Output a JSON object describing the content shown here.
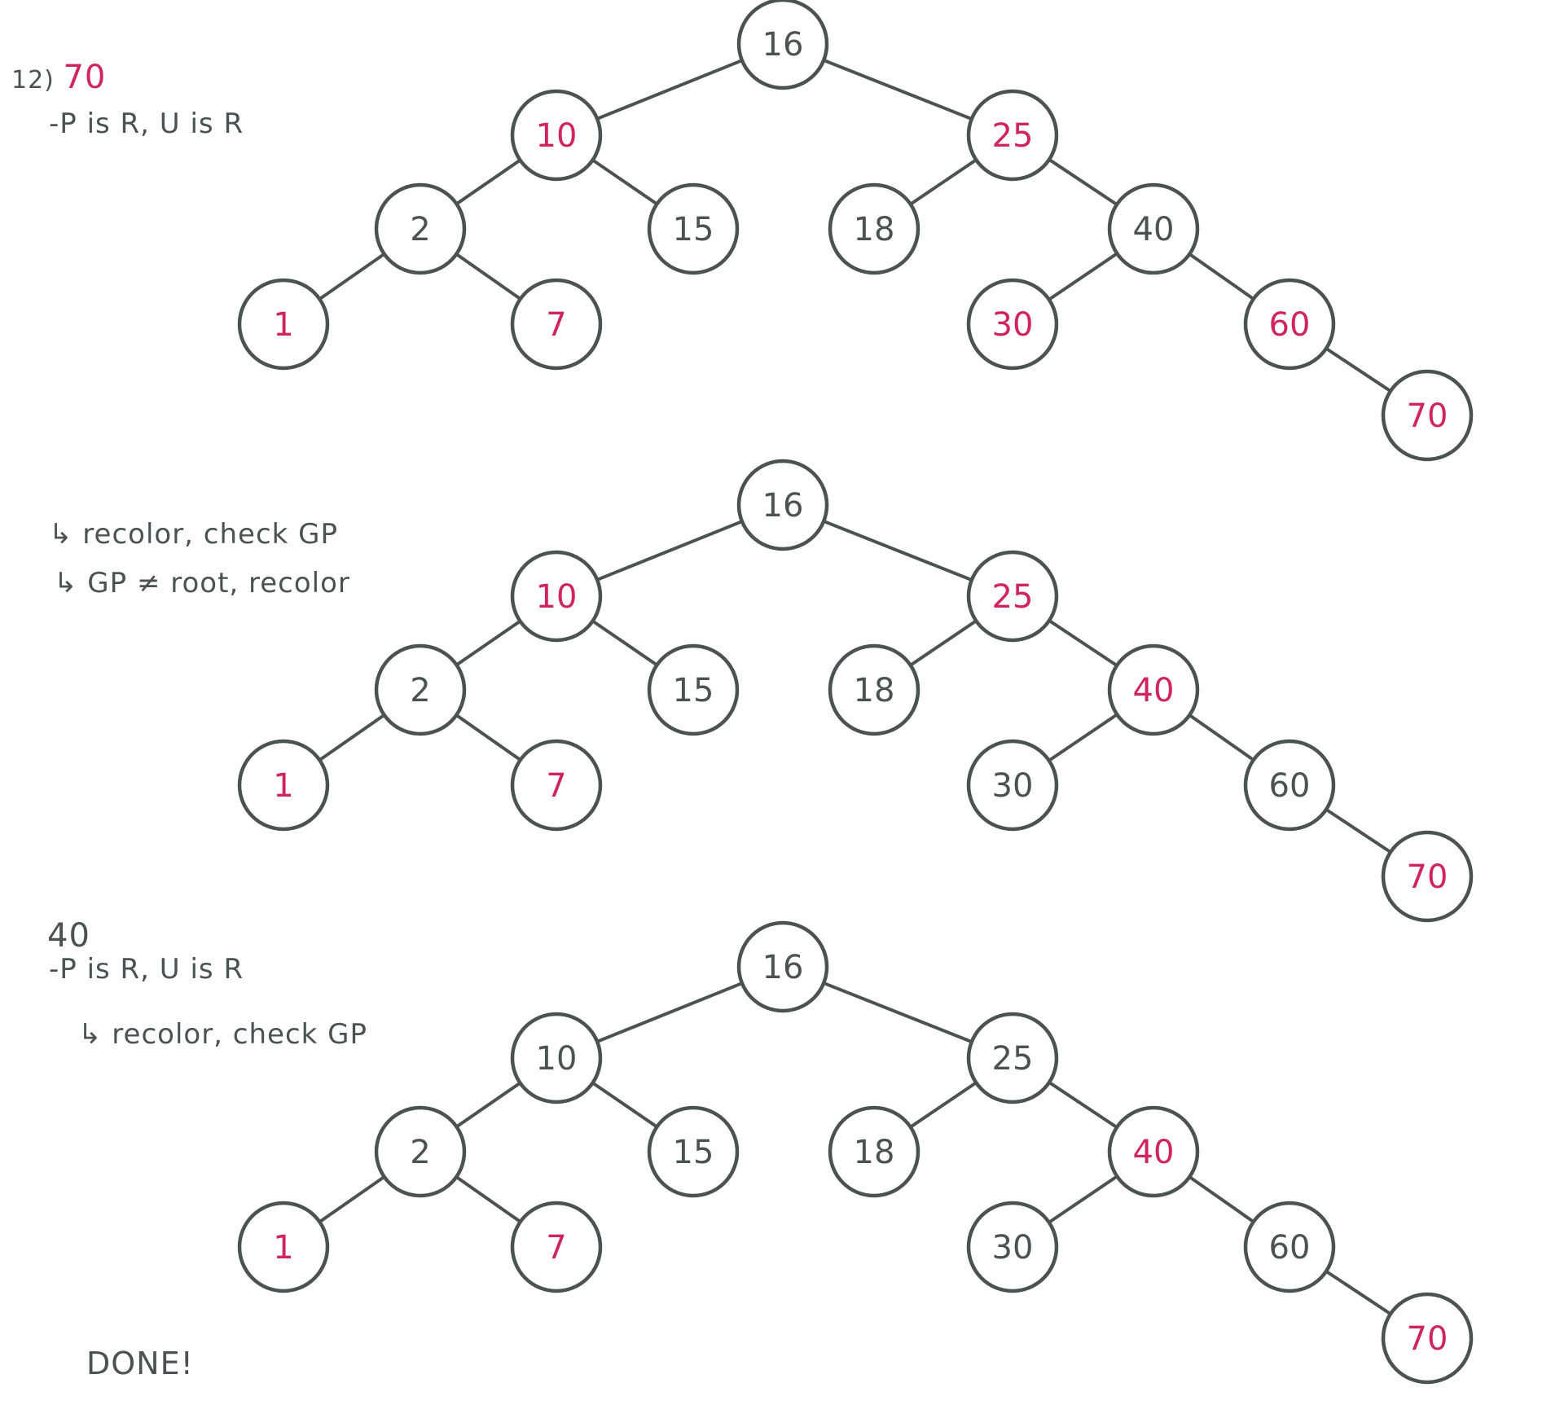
{
  "colors": {
    "ink": "#4a5350",
    "red": "#d0245e",
    "node_fill": "#ffffff"
  },
  "notes": {
    "step_number": "12)",
    "step_value": "70",
    "case1": "-P is R, U is R",
    "recolor1": "↳ recolor, check GP",
    "recolor2": "↳ GP ≠ root, recolor",
    "second_value": "40",
    "case2": "-P is R, U is R",
    "recolor3": "↳ recolor, check GP",
    "done": "DONE!"
  },
  "trees": [
    {
      "nodes": [
        {
          "id": "n16",
          "label": "16",
          "color": "ink"
        },
        {
          "id": "n10",
          "label": "10",
          "color": "red"
        },
        {
          "id": "n25",
          "label": "25",
          "color": "red"
        },
        {
          "id": "n2",
          "label": "2",
          "color": "ink"
        },
        {
          "id": "n15",
          "label": "15",
          "color": "ink"
        },
        {
          "id": "n18",
          "label": "18",
          "color": "ink"
        },
        {
          "id": "n40",
          "label": "40",
          "color": "ink"
        },
        {
          "id": "n1",
          "label": "1",
          "color": "red"
        },
        {
          "id": "n7",
          "label": "7",
          "color": "red"
        },
        {
          "id": "n30",
          "label": "30",
          "color": "red"
        },
        {
          "id": "n60",
          "label": "60",
          "color": "red"
        },
        {
          "id": "n70",
          "label": "70",
          "color": "red"
        }
      ]
    },
    {
      "nodes": [
        {
          "id": "n16",
          "label": "16",
          "color": "ink"
        },
        {
          "id": "n10",
          "label": "10",
          "color": "red"
        },
        {
          "id": "n25",
          "label": "25",
          "color": "red"
        },
        {
          "id": "n2",
          "label": "2",
          "color": "ink"
        },
        {
          "id": "n15",
          "label": "15",
          "color": "ink"
        },
        {
          "id": "n18",
          "label": "18",
          "color": "ink"
        },
        {
          "id": "n40",
          "label": "40",
          "color": "red"
        },
        {
          "id": "n1",
          "label": "1",
          "color": "red"
        },
        {
          "id": "n7",
          "label": "7",
          "color": "red"
        },
        {
          "id": "n30",
          "label": "30",
          "color": "ink"
        },
        {
          "id": "n60",
          "label": "60",
          "color": "ink"
        },
        {
          "id": "n70",
          "label": "70",
          "color": "red"
        }
      ]
    },
    {
      "nodes": [
        {
          "id": "n16",
          "label": "16",
          "color": "ink"
        },
        {
          "id": "n10",
          "label": "10",
          "color": "ink"
        },
        {
          "id": "n25",
          "label": "25",
          "color": "ink"
        },
        {
          "id": "n2",
          "label": "2",
          "color": "ink"
        },
        {
          "id": "n15",
          "label": "15",
          "color": "ink"
        },
        {
          "id": "n18",
          "label": "18",
          "color": "ink"
        },
        {
          "id": "n40",
          "label": "40",
          "color": "red"
        },
        {
          "id": "n1",
          "label": "1",
          "color": "red"
        },
        {
          "id": "n7",
          "label": "7",
          "color": "red"
        },
        {
          "id": "n30",
          "label": "30",
          "color": "ink"
        },
        {
          "id": "n60",
          "label": "60",
          "color": "ink"
        },
        {
          "id": "n70",
          "label": "70",
          "color": "red"
        }
      ]
    }
  ],
  "edges": [
    [
      "n16",
      "n10"
    ],
    [
      "n16",
      "n25"
    ],
    [
      "n10",
      "n2"
    ],
    [
      "n10",
      "n15"
    ],
    [
      "n25",
      "n18"
    ],
    [
      "n25",
      "n40"
    ],
    [
      "n2",
      "n1"
    ],
    [
      "n2",
      "n7"
    ],
    [
      "n40",
      "n30"
    ],
    [
      "n40",
      "n60"
    ],
    [
      "n60",
      "n70"
    ]
  ]
}
